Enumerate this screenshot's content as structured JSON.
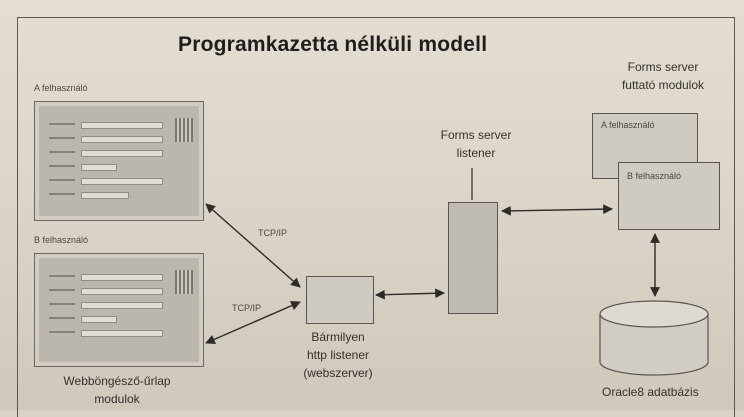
{
  "title": "Programkazetta nélküli modell",
  "user_a_label": "A felhasználó",
  "user_b_label": "B felhasználó",
  "browser_caption": [
    "Webböngésző-űrlap",
    "modulok"
  ],
  "tcp_label_1": "TCP/IP",
  "tcp_label_2": "TCP/IP",
  "http_listener": [
    "Bármilyen",
    "http listener",
    "(webszerver)"
  ],
  "forms_listener": [
    "Forms server",
    "listener"
  ],
  "forms_modules": [
    "Forms server",
    "futtató modulok"
  ],
  "module_a": "A felhasználó",
  "module_b": "B felhasználó",
  "database": "Oracle8 adatbázis"
}
